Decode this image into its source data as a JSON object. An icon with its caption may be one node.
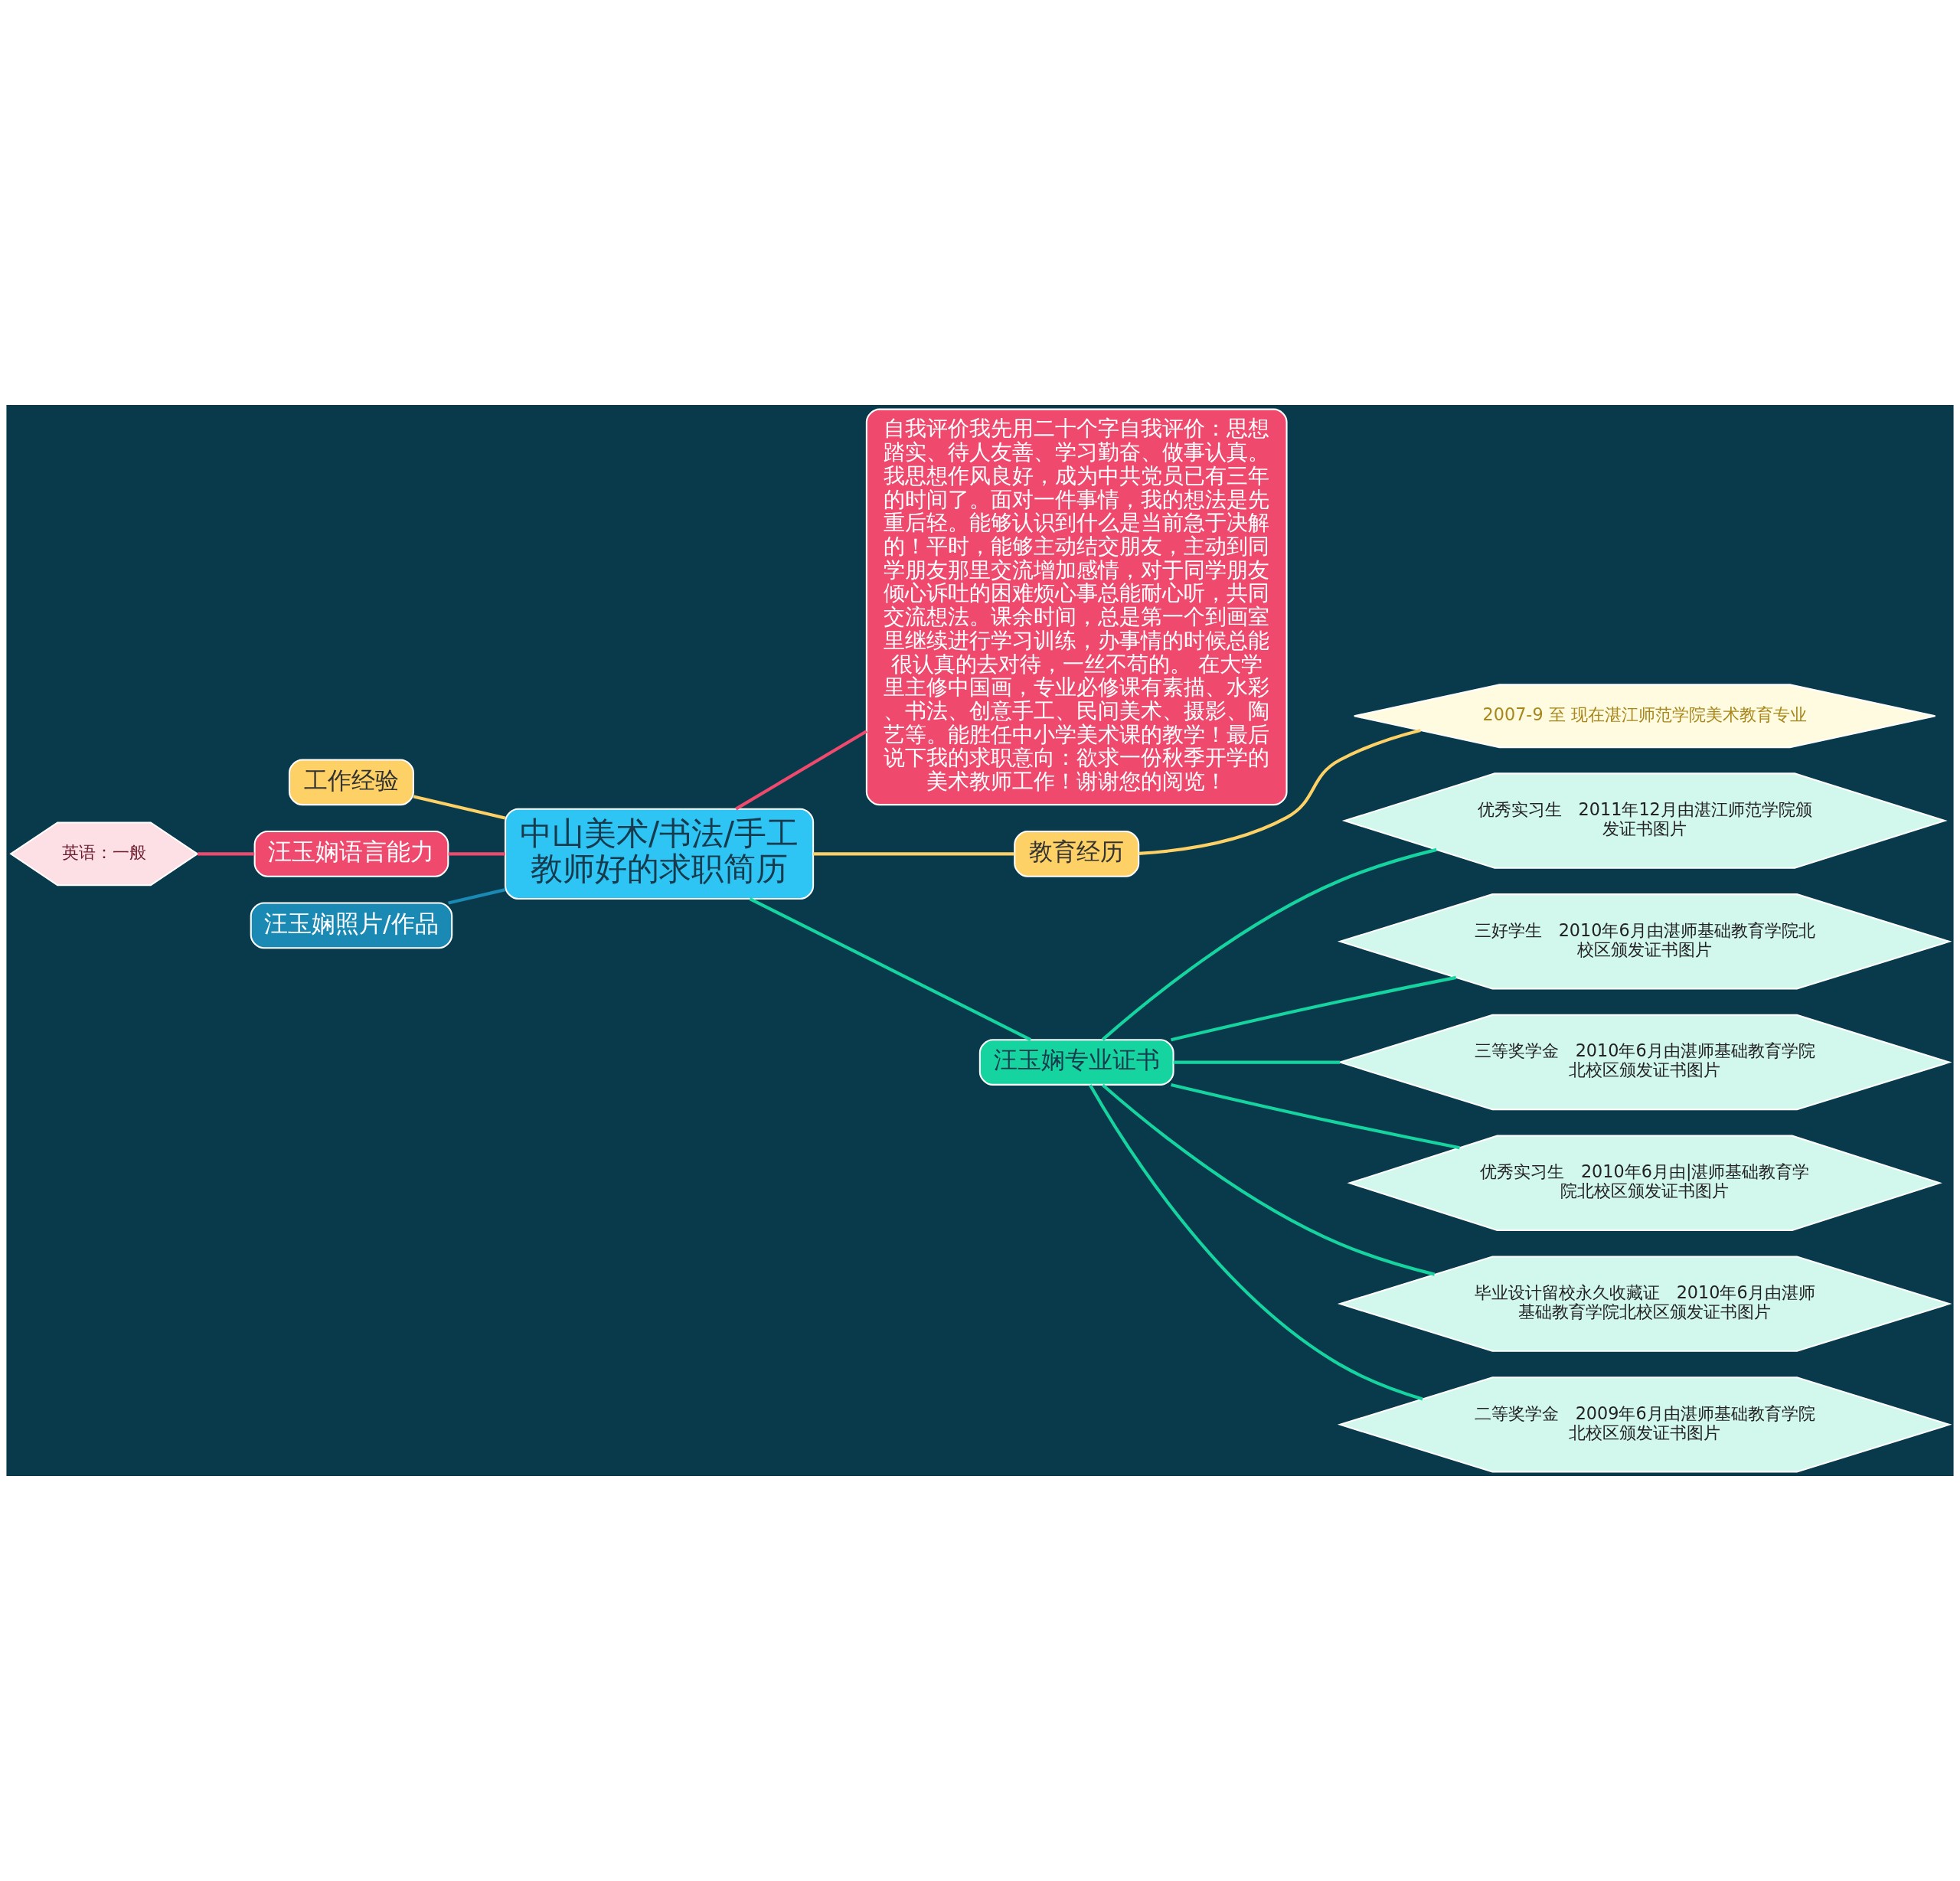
{
  "diagram": {
    "nodes": [
      {
        "text": [
          "中山美术/书法/手工教师好的求职简历"
        ]
      },
      {
        "text": [
          "工作经验"
        ]
      },
      {
        "text": [
          "汪玉娴语言能力"
        ]
      },
      {
        "text": [
          "英语：一般"
        ]
      },
      {
        "text": [
          "汪玉娴照片/作品"
        ]
      },
      {
        "text": [
          "自我评价我先用二十个字自我评价：思想踏实、待人友善、学习勤奋、做事认真。我思想作风良好，成为中共党员已有三年的时间了。面对一件事情，我的想法是先重后轻。能够认识到什么是当前急于决解的！平时，能够主动结交朋友，主动到同学朋友那里交流增加感情，对于同学朋友倾心诉吐的困难烦心事总能耐心听，共同交流想法。课余时间，总是第一个到画室里继续进行学习训练，办事情的时候总能很认真的去对待，一丝不苟的。 在大学里主修中国画，专业必修课有素描、水彩、书法、创意手工、民间美术、摄影、陶艺等。能胜任中小学美术课的教学！最后说下我的求职意向：欲求一份秋季开学的美术教师工作！谢谢您的阅览！"
        ]
      },
      {
        "text": [
          "教育经历"
        ]
      },
      {
        "text": [
          "2007-9 至 现在湛江师范学院美术教育专业"
        ]
      },
      {
        "text": [
          "汪玉娴专业证书"
        ]
      },
      {
        "text": [
          "优秀实习生　2011年12月由湛江师范学院颁发证书图片"
        ]
      },
      {
        "text": [
          "三好学生　2010年6月由湛师基础教育学院北校区颁发证书图片"
        ]
      },
      {
        "text": [
          "三等奖学金　2010年6月由湛师基础教育学院北校区颁发证书图片"
        ]
      },
      {
        "text": [
          "优秀实习生　2010年6月由|湛师基础教育学院北校区颁发证书图片"
        ]
      },
      {
        "text": [
          "毕业设计留校永久收藏证　2010年6月由湛师基础教育学院北校区颁发证书图片"
        ]
      },
      {
        "text": [
          "二等奖学金　2009年6月由湛师基础教育学院北校区颁发证书图片"
        ]
      }
    ],
    "edges": [
      {
        "from": 0,
        "to": 1,
        "arrow": "none",
        "color": "#fdd166"
      },
      {
        "from": 0,
        "to": 2,
        "arrow": "none",
        "color": "#ef4a6e"
      },
      {
        "from": 2,
        "to": 3,
        "arrow": "none",
        "color": "#ef4a6e"
      },
      {
        "from": 0,
        "to": 4,
        "arrow": "none",
        "color": "#1a8ab4"
      },
      {
        "from": 0,
        "to": 5,
        "arrow": "none",
        "color": "#ef4a6e"
      },
      {
        "from": 0,
        "to": 6,
        "arrow": "none",
        "color": "#fdd166"
      },
      {
        "from": 6,
        "to": 7,
        "arrow": "none",
        "color": "#fdd166"
      },
      {
        "from": 0,
        "to": 8,
        "arrow": "none"
      },
      {
        "from": 8,
        "to": 9,
        "arrow": "none"
      },
      {
        "from": 8,
        "to": 10,
        "arrow": "none"
      },
      {
        "from": 8,
        "to": 11,
        "arrow": "none"
      },
      {
        "from": 8,
        "to": 12,
        "arrow": "none"
      },
      {
        "from": 8,
        "to": 13,
        "arrow": "none"
      },
      {
        "from": 8,
        "to": 14,
        "arrow": "none"
      }
    ]
  }
}
